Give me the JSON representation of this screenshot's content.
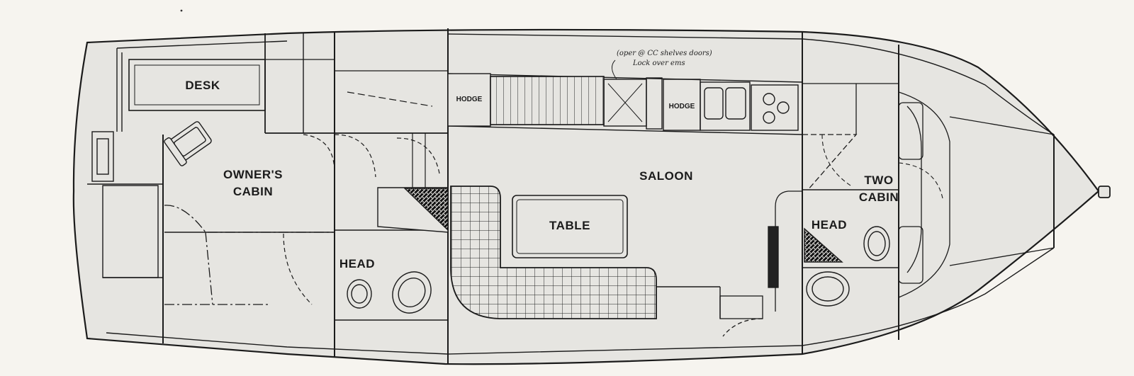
{
  "labels": {
    "desk": "DESK",
    "owners_cabin_1": "OWNER'S",
    "owners_cabin_2": "CABIN",
    "head_aft": "HEAD",
    "saloon": "SALOON",
    "table": "TABLE",
    "two_cabin_1": "TWO",
    "two_cabin_2": "CABIN",
    "head_fwd": "HEAD",
    "hodge_1": "HODGE",
    "hodge_2": "HODGE"
  },
  "annotation": {
    "line1": "(oper @ CC shelves doors)",
    "line2": "Lock over ems"
  },
  "colors": {
    "paper": "#f6f4ef",
    "hull_fill": "#e6e5e1",
    "ink": "#1b1b1b"
  }
}
